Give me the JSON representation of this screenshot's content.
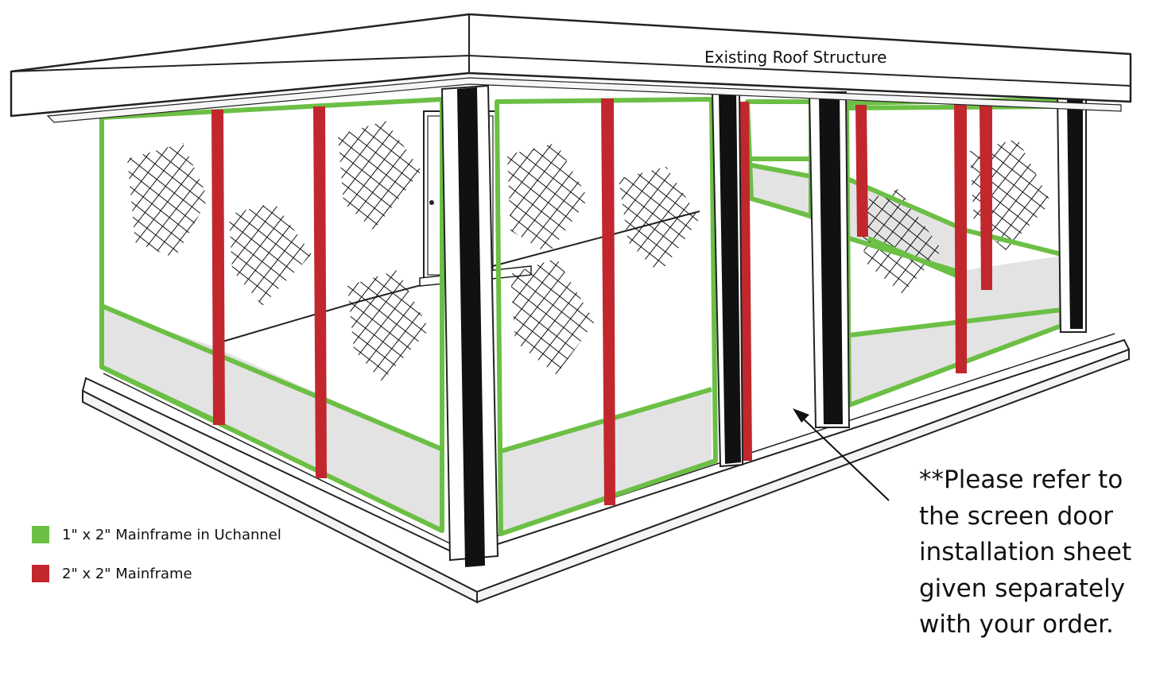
{
  "roof_label": "Existing Roof Structure",
  "legend": [
    {
      "label": "1\" x 2\" Mainframe in Uchannel",
      "color": "#6cbf45"
    },
    {
      "label": "2\" x 2\" Mainframe",
      "color": "#c1272d"
    }
  ],
  "note_lines": [
    "**Please refer to",
    "the screen door",
    "installation sheet",
    "given separately",
    "with your order."
  ],
  "colors": {
    "uchannel_frame": "#6cbf45",
    "mainframe": "#c1272d",
    "post": "#111111",
    "kickplate": "#e3e3e3",
    "roof": "#ffffff",
    "outline": "#222222"
  }
}
